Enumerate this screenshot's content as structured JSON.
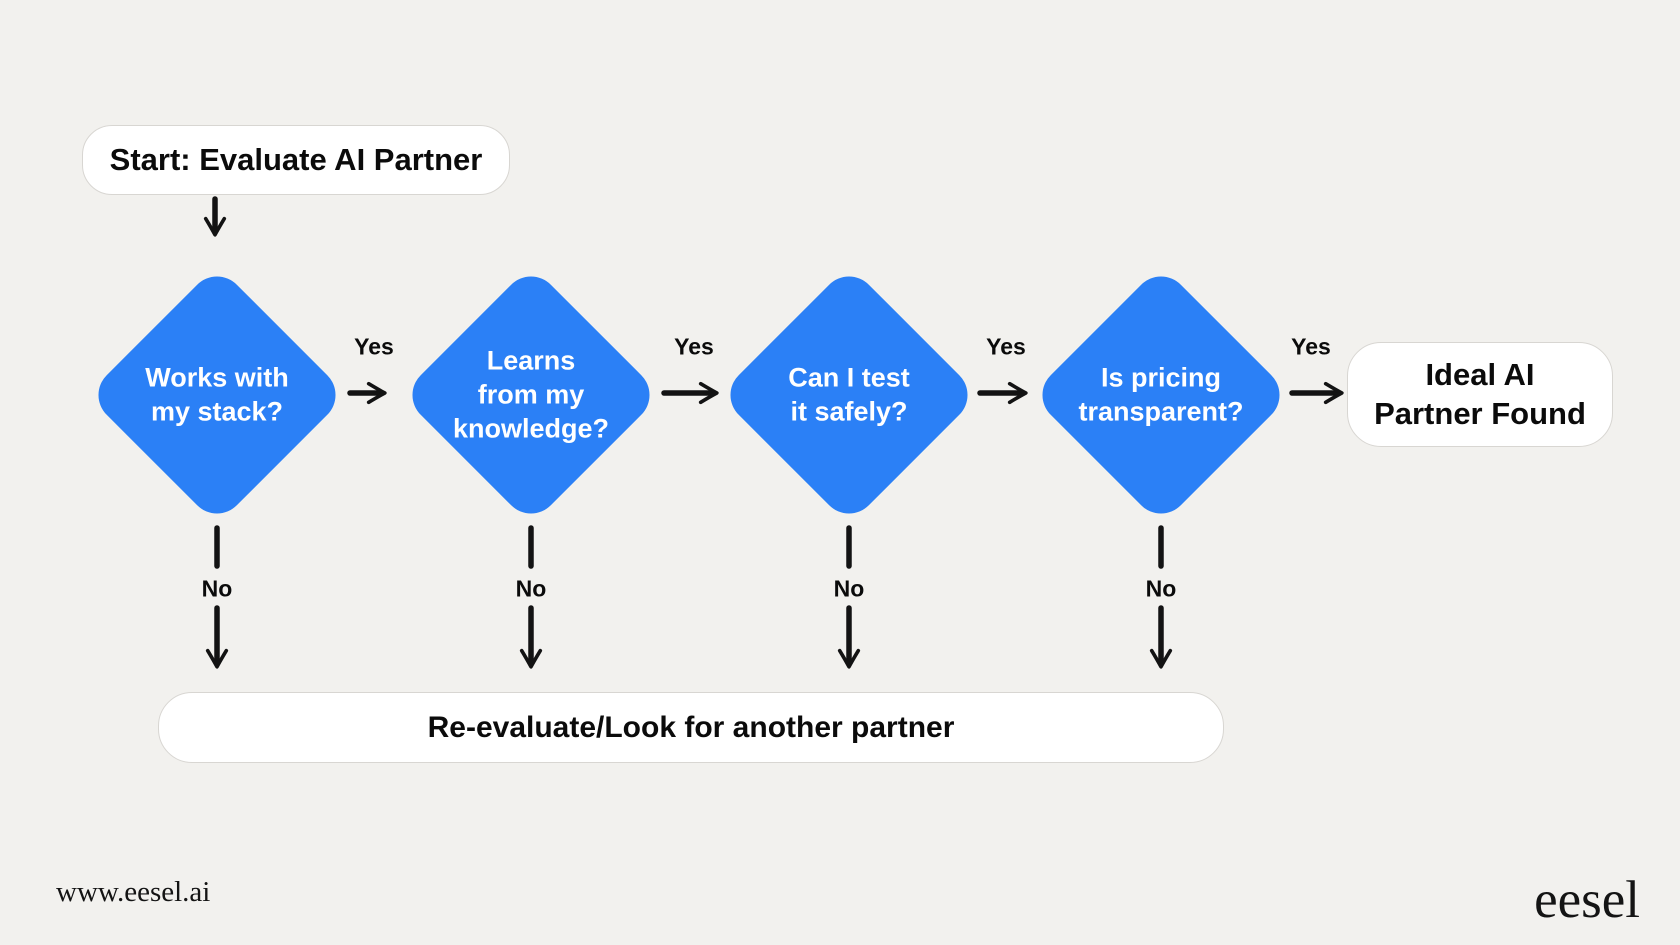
{
  "canvas": {
    "background_color": "#F2F1EE",
    "diamond_color": "#2B80F6",
    "arrow_color": "#131313",
    "node_fill": "#FFFFFF",
    "node_border": "#D8D6D2",
    "text_dark": "#0B0B0B",
    "text_light": "#FFFFFF"
  },
  "flowchart": {
    "start": {
      "label": "Start: Evaluate AI Partner"
    },
    "decisions": [
      {
        "label": "Works with\nmy stack?",
        "yes": "Yes",
        "no": "No"
      },
      {
        "label": "Learns\nfrom my\nknowledge?",
        "yes": "Yes",
        "no": "No"
      },
      {
        "label": "Can I test\nit safely?",
        "yes": "Yes",
        "no": "No"
      },
      {
        "label": "Is pricing\ntransparent?",
        "yes": "Yes",
        "no": "No"
      }
    ],
    "success": {
      "label": "Ideal AI\nPartner Found"
    },
    "failure": {
      "label": "Re-evaluate/Look for another partner"
    }
  },
  "footer": {
    "website": "www.eesel.ai",
    "logo": "eesel"
  }
}
